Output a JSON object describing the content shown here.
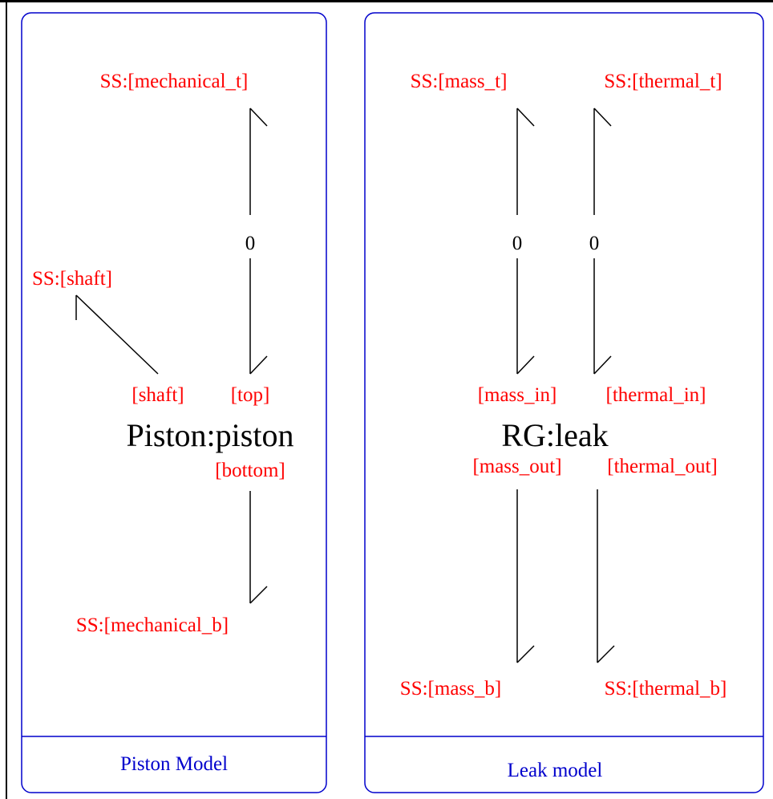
{
  "colors": {
    "frame": "#0000cc",
    "port_label": "#ff0000",
    "component_label": "#000000",
    "bond": "#000000",
    "caption": "#0000cc"
  },
  "panels": {
    "piston": {
      "caption": "Piston Model",
      "component": "Piston:piston",
      "junction": "0",
      "labels": {
        "ss_mech_t": "SS:[mechanical_t]",
        "ss_shaft": "SS:[shaft]",
        "port_shaft": "[shaft]",
        "port_top": "[top]",
        "port_bottom": "[bottom]",
        "ss_mech_b": "SS:[mechanical_b]"
      }
    },
    "leak": {
      "caption": "Leak model",
      "component": "RG:leak",
      "junction_mass": "0",
      "junction_thermal": "0",
      "labels": {
        "ss_mass_t": "SS:[mass_t]",
        "ss_thermal_t": "SS:[thermal_t]",
        "port_mass_in": "[mass_in]",
        "port_thermal_in": "[thermal_in]",
        "port_mass_out": "[mass_out]",
        "port_thermal_out": "[thermal_out]",
        "ss_mass_b": "SS:[mass_b]",
        "ss_thermal_b": "SS:[thermal_b]"
      }
    }
  }
}
